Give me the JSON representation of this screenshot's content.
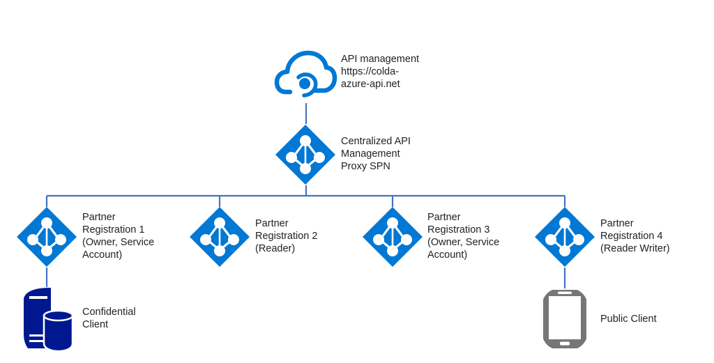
{
  "colors": {
    "azure_blue": "#0078d4",
    "connector": "#4472c4",
    "server_navy": "#00188f",
    "device_gray": "#767676",
    "text": "#222222"
  },
  "nodes": {
    "api_management": {
      "icon": "cloud-icon",
      "lines": [
        "API management",
        "https://colda-",
        "azure-api.net"
      ]
    },
    "proxy_spn": {
      "icon": "app-registration-icon",
      "lines": [
        "Centralized API",
        "Management",
        "Proxy SPN"
      ]
    },
    "partners": [
      {
        "icon": "app-registration-icon",
        "lines": [
          "Partner",
          "Registration 1",
          "(Owner, Service",
          "Account)"
        ]
      },
      {
        "icon": "app-registration-icon",
        "lines": [
          "Partner",
          "Registration 2",
          "(Reader)"
        ]
      },
      {
        "icon": "app-registration-icon",
        "lines": [
          "Partner",
          "Registration 3",
          "(Owner, Service",
          "Account)"
        ]
      },
      {
        "icon": "app-registration-icon",
        "lines": [
          "Partner",
          "Registration 4",
          "(Reader Writer)"
        ]
      }
    ],
    "confidential_client": {
      "icon": "server-database-icon",
      "lines": [
        "Confidential",
        "Client"
      ]
    },
    "public_client": {
      "icon": "mobile-device-icon",
      "lines": [
        "Public Client"
      ]
    }
  },
  "edges": [
    {
      "from": "api_management",
      "to": "proxy_spn"
    },
    {
      "from": "proxy_spn",
      "to": "partner_1"
    },
    {
      "from": "proxy_spn",
      "to": "partner_2"
    },
    {
      "from": "proxy_spn",
      "to": "partner_3"
    },
    {
      "from": "proxy_spn",
      "to": "partner_4"
    },
    {
      "from": "partner_1",
      "to": "confidential_client"
    },
    {
      "from": "partner_4",
      "to": "public_client"
    }
  ]
}
